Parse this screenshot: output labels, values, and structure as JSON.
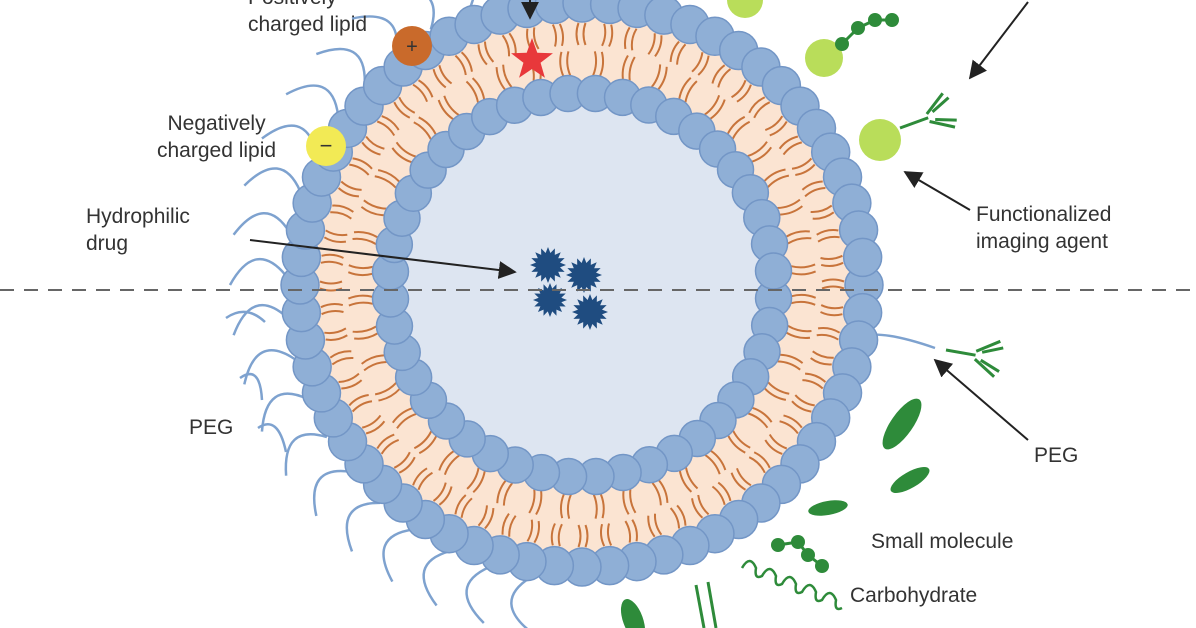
{
  "labels": {
    "positive_lipid": "Positively\ncharged lipid",
    "negative_lipid": "Negatively\ncharged lipid",
    "hydrophilic_drug": "Hydrophilic\ndrug",
    "peg_left": "PEG",
    "functionalized_imaging_agent": "Functionalized\nimaging agent",
    "peg_right": "PEG",
    "small_molecule": "Small molecule",
    "carbohydrate": "Carbohydrate"
  },
  "glyphs": {
    "plus": "+",
    "minus": "−"
  },
  "colors": {
    "lipid_head": "#8fafd6",
    "lipid_head_stroke": "#7396c6",
    "bilayer_fill": "#fbe4d2",
    "lipid_tail": "#c8743b",
    "core": "#dde5f1",
    "drug": "#1f4c80",
    "positive_lipid": "#c96a2b",
    "negative_lipid": "#f2ea55",
    "hydrophobic_star": "#e8383b",
    "ligand_green": "#2e8b3a",
    "imaging_agent": "#b9dd5a",
    "peg_tail": "#7ea2cf",
    "arrow": "#222222",
    "dash_line": "#666666"
  }
}
